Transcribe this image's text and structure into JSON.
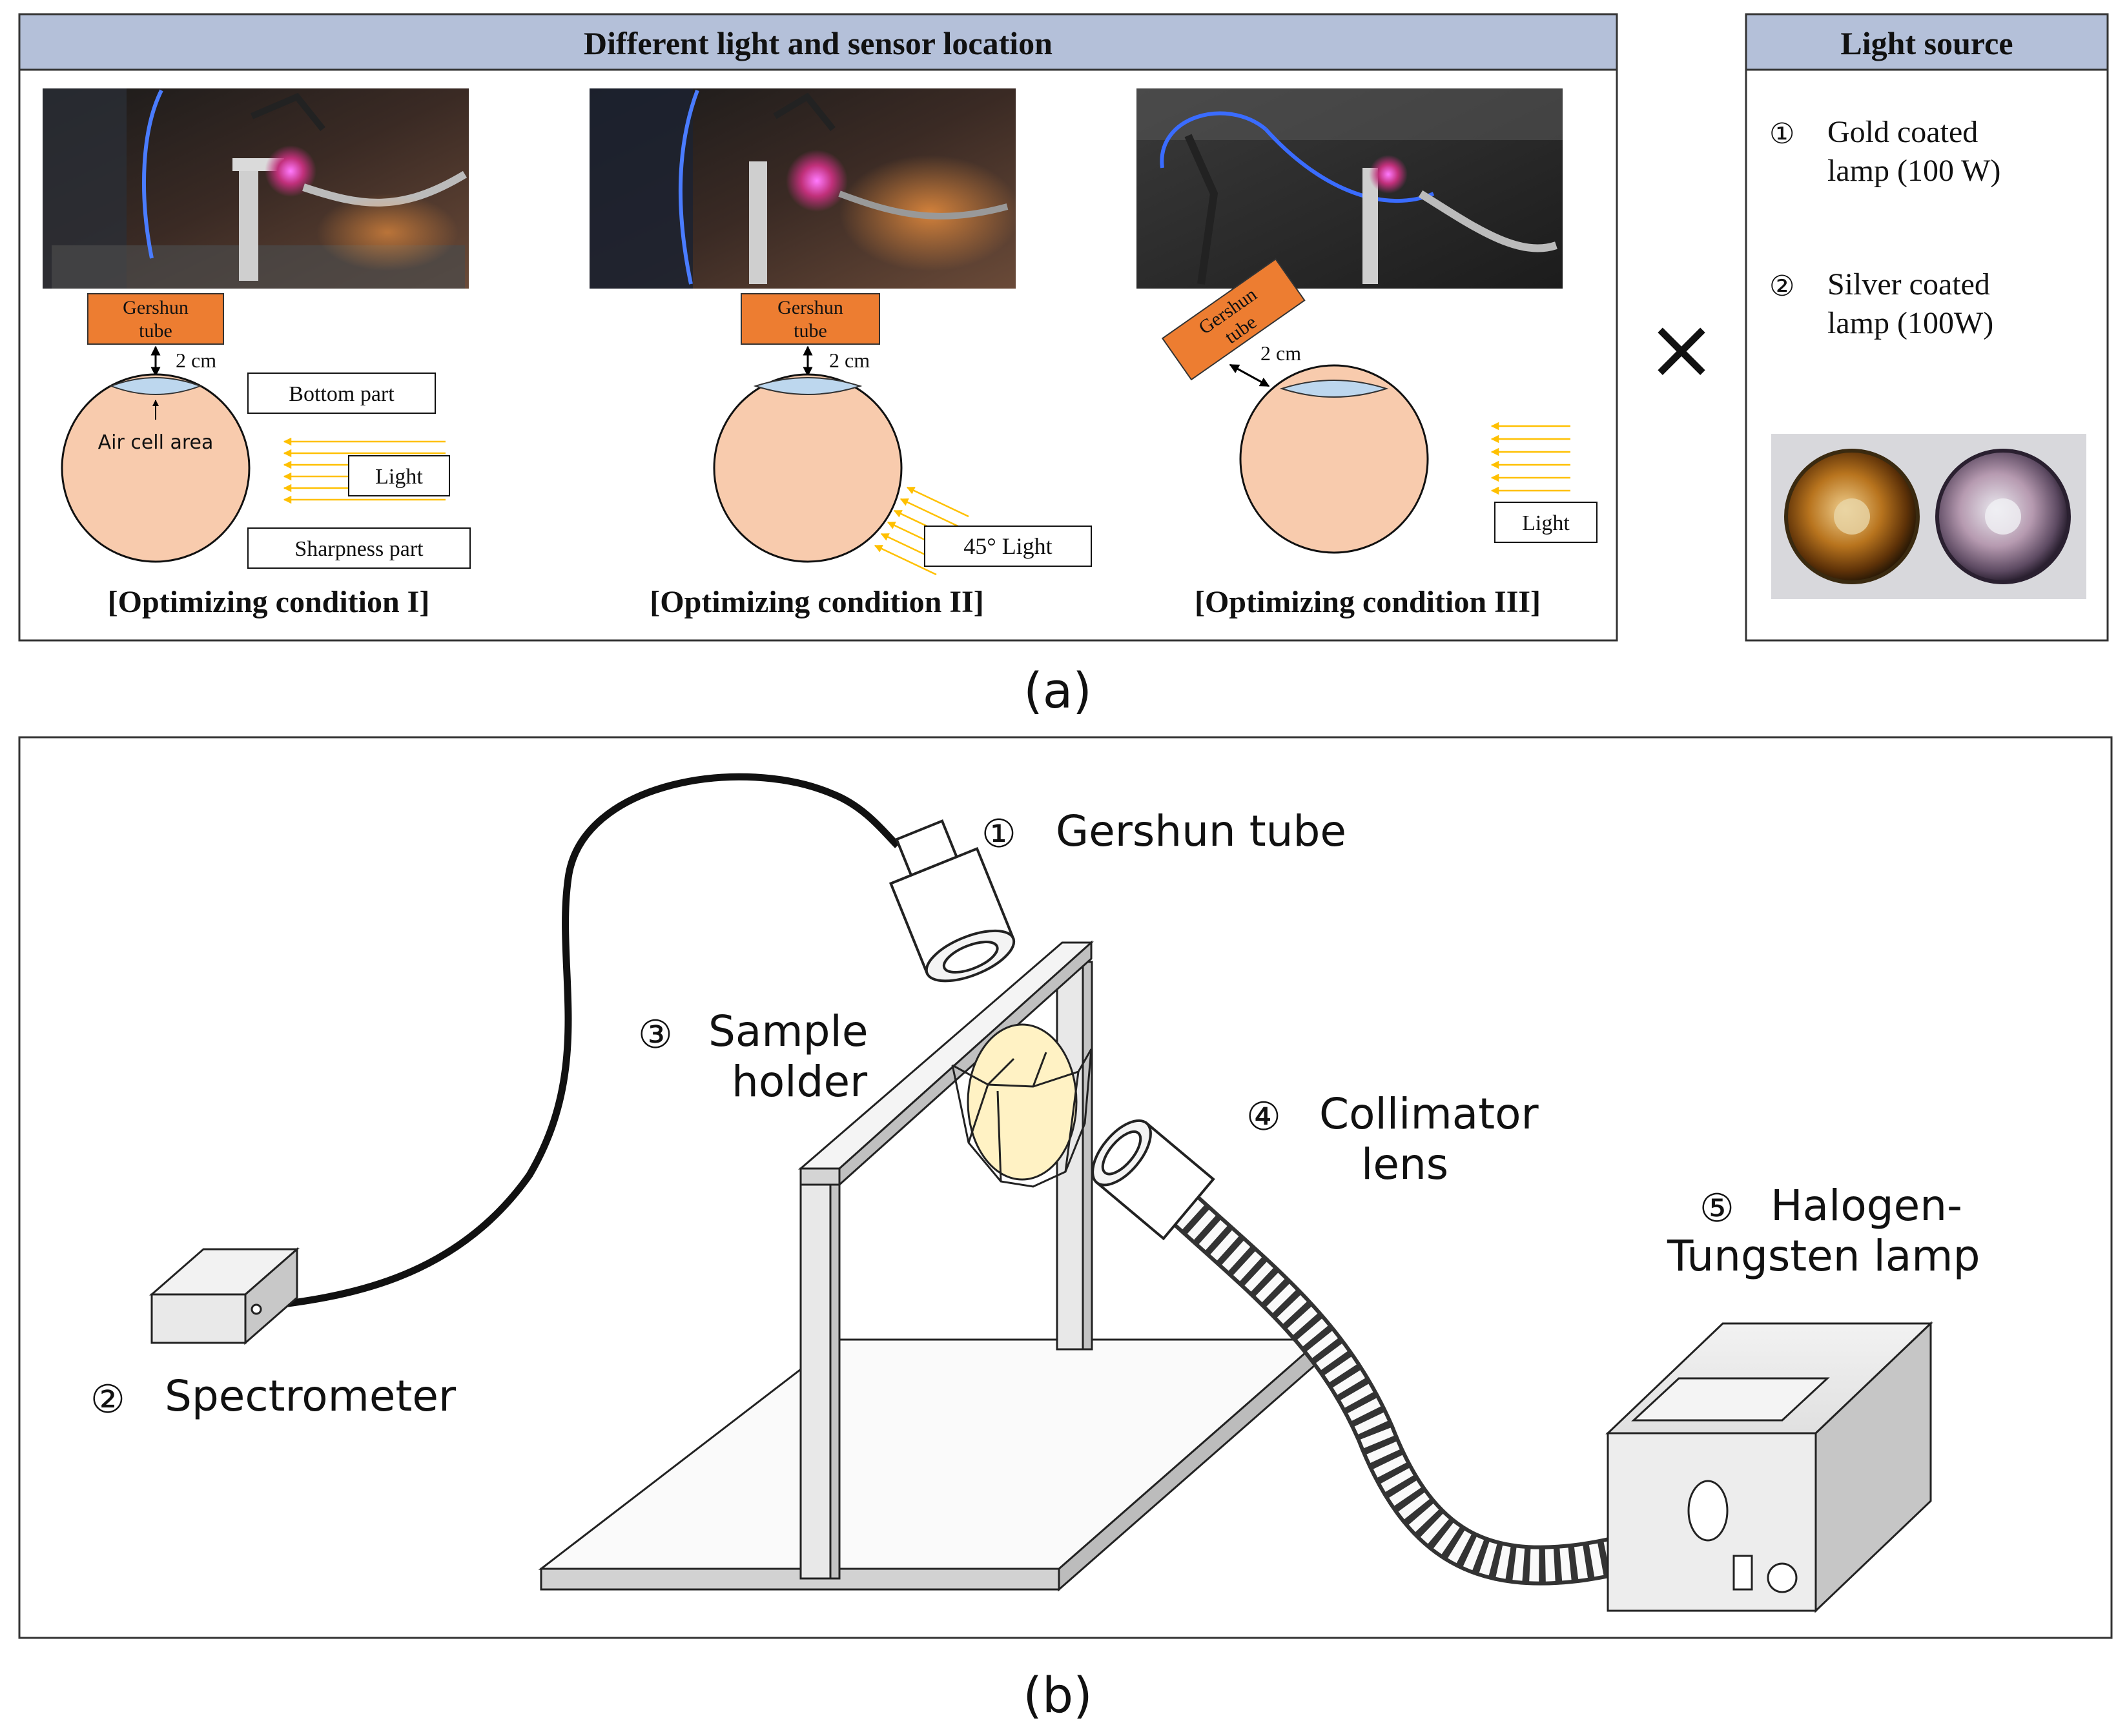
{
  "panel_a": {
    "main_box": {
      "title": "Different light and sensor location",
      "conditions": [
        {
          "caption": "[Optimizing condition I]",
          "tube_label_line1": "Gershun",
          "tube_label_line2": "tube",
          "distance_label": "2 cm",
          "bottom_label": "Bottom part",
          "air_cell_label": "Air cell area",
          "light_label": "Light",
          "sharpness_label": "Sharpness part"
        },
        {
          "caption": "[Optimizing condition II]",
          "tube_label_line1": "Gershun",
          "tube_label_line2": "tube",
          "distance_label": "2 cm",
          "light_label": "45° Light"
        },
        {
          "caption": "[Optimizing condition III]",
          "tube_label_line1": "Gershun",
          "tube_label_line2": "tube",
          "distance_label": "2 cm",
          "light_label": "Light"
        }
      ]
    },
    "times_symbol": "×",
    "light_source_box": {
      "title": "Light source",
      "items": [
        {
          "marker": "①",
          "line1": "Gold coated",
          "line2": "lamp (100 W)"
        },
        {
          "marker": "②",
          "line1": "Silver coated",
          "line2": "lamp (100W)"
        }
      ]
    },
    "label": "(a)"
  },
  "panel_b": {
    "components": {
      "gershun_tube": {
        "marker": "①",
        "line1": "Gershun tube"
      },
      "spectrometer": {
        "marker": "②",
        "line1": "Spectrometer"
      },
      "sample_holder": {
        "marker": "③",
        "line1": "Sample",
        "line2": "holder"
      },
      "collimator_lens": {
        "marker": "④",
        "line1": "Collimator",
        "line2": "lens"
      },
      "halogen_lamp": {
        "marker": "⑤",
        "line1": "Halogen-",
        "line2": "Tungsten lamp"
      }
    },
    "label": "(b)"
  },
  "colors": {
    "title_bar": "#b4c0d9",
    "tube_orange": "#ed7d31",
    "egg_fill": "#f8cbad",
    "air_cell": "#bdd7ee",
    "light_arrow": "#ffc000"
  }
}
